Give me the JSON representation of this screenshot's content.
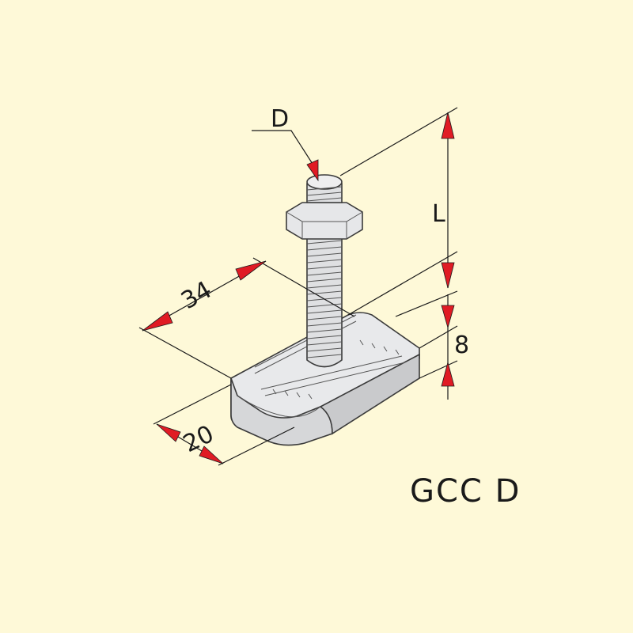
{
  "labels": {
    "diameter": "D",
    "length": "L",
    "height": "8",
    "length_base": "34",
    "width_base": "20"
  },
  "caption": "GCC D",
  "colors": {
    "background": "#fef9d8",
    "arrow": "#e01b24",
    "metal": "#e2e3e5"
  }
}
